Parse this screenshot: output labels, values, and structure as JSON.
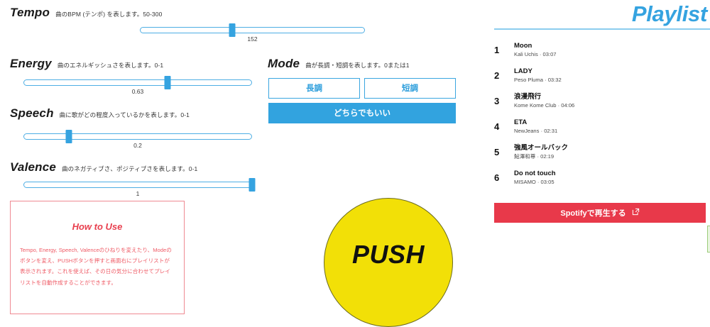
{
  "colors": {
    "accent_blue": "#35a3e0",
    "track_border": "#4eaee4",
    "mode_active": "#32a3df",
    "howto_border": "#ef8a92",
    "howto_text": "#ef5b66",
    "howto_title": "#e8404f",
    "push_yellow": "#f2e007",
    "spotify_red": "#e8394a"
  },
  "params": {
    "tempo": {
      "title": "Tempo",
      "desc": "曲のBPM (テンポ) を表します。50-300",
      "value": "152",
      "percent": 41
    },
    "energy": {
      "title": "Energy",
      "desc": "曲のエネルギッシュさを表します。0-1",
      "value": "0.63",
      "percent": 63
    },
    "speech": {
      "title": "Speech",
      "desc": "曲に歌がどの程度入っているかを表します。0-1",
      "value": "0.2",
      "percent": 20
    },
    "valence": {
      "title": "Valence",
      "desc": "曲のネガティブさ、ポジティブさを表します。0-1",
      "value": "1",
      "percent": 100
    }
  },
  "mode": {
    "title": "Mode",
    "desc": "曲が長調・短調を表します。0または1",
    "major_label": "長調",
    "minor_label": "短調",
    "either_label": "どちらでもいい"
  },
  "howto": {
    "title": "How to Use",
    "body": "Tempo, Energy, Speech, Valenceのひねりを変えたり、Modeのボタンを変え、PUSHボタンを押すと画面右にプレイリストが表示されます。これを使えば、その日の気分に合わせてプレイリストを自動作成することができます。"
  },
  "push": {
    "label": "PUSH"
  },
  "playlist": {
    "title": "Playlist",
    "tracks": [
      {
        "index": "1",
        "name": "Moon",
        "meta": "Kali Uchis · 03:07"
      },
      {
        "index": "2",
        "name": "LADY",
        "meta": "Peso Pluma · 03:32"
      },
      {
        "index": "3",
        "name": "浪漫飛行",
        "meta": "Kome Kome Club · 04:06"
      },
      {
        "index": "4",
        "name": "ETA",
        "meta": "NewJeans · 02:31"
      },
      {
        "index": "5",
        "name": "強風オールバック",
        "meta": "鮎澤和尊 · 02:19"
      },
      {
        "index": "6",
        "name": "Do not touch",
        "meta": "MISAMO · 03:05"
      }
    ],
    "spotify_button_label": "Spotifyで再生する"
  }
}
